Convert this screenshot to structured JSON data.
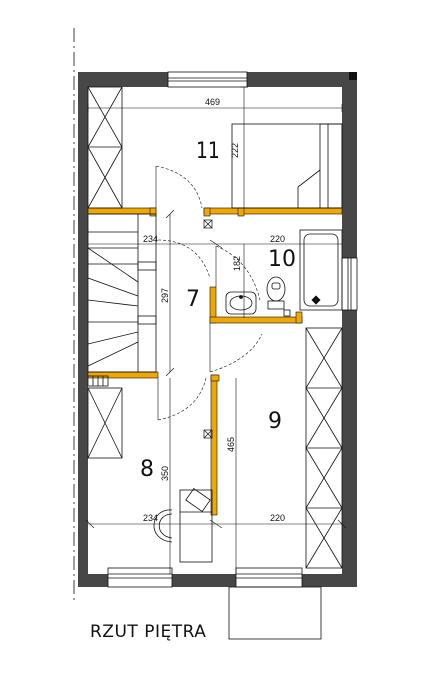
{
  "rooms": {
    "r11": "11",
    "r10": "10",
    "r7": "7",
    "r8": "8",
    "r9": "9"
  },
  "dimensions": {
    "d469": "469",
    "d222": "222",
    "d234_top": "234",
    "d220_top": "220",
    "d182": "182",
    "d297": "297",
    "d350": "350",
    "d465": "465",
    "d234_bottom": "234",
    "d220_bottom": "220"
  },
  "plan_title": "RZUT PIĘTRA",
  "colors": {
    "outer_wall": "#474747",
    "inner_wall": "#f0a800",
    "line": "#111111"
  }
}
